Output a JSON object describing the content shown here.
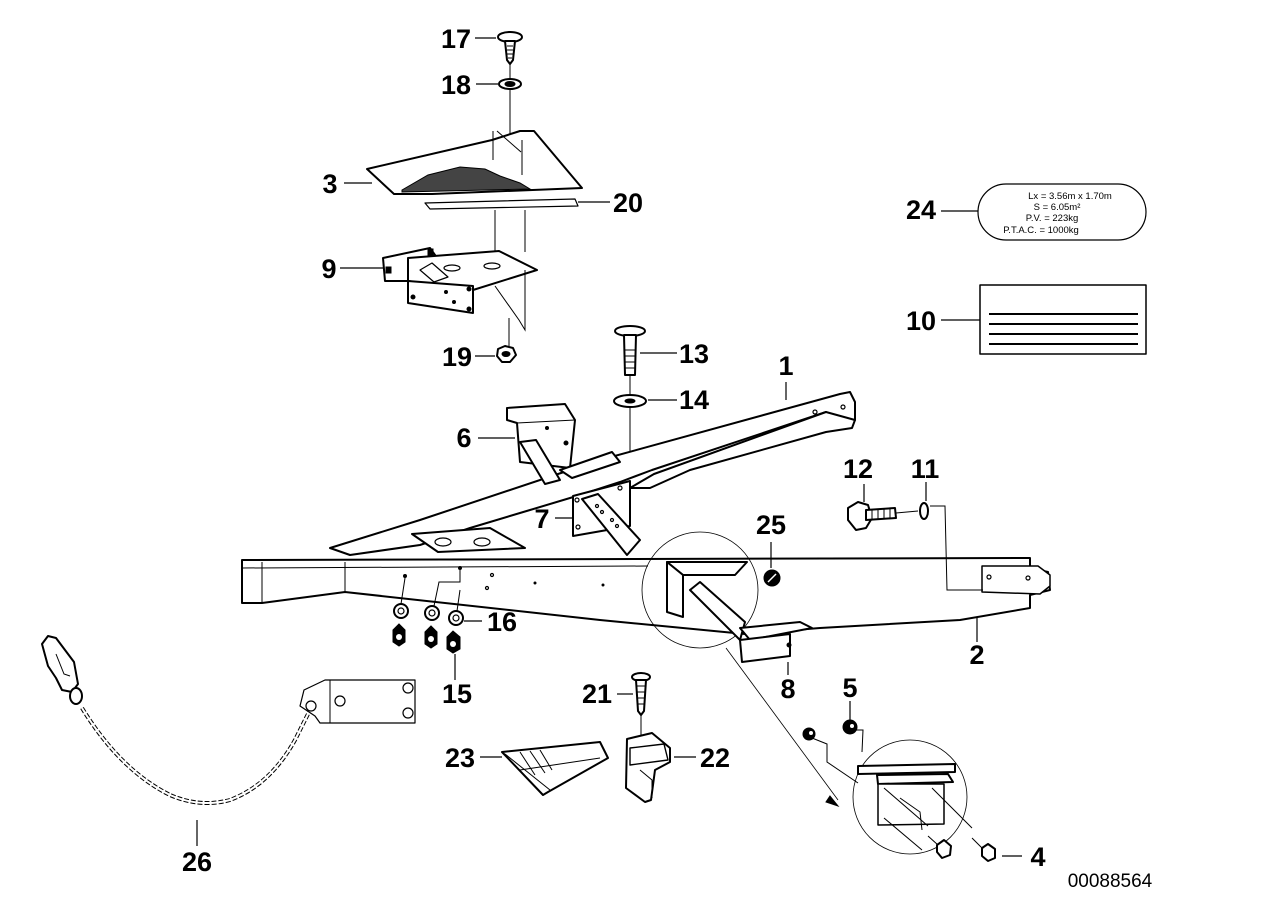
{
  "diagram": {
    "title": "Trailer chassis frame assembly",
    "document_number": "00088564",
    "colors": {
      "line": "#000000",
      "background": "#ffffff"
    },
    "callouts": [
      {
        "id": "c1",
        "label": "1"
      },
      {
        "id": "c2",
        "label": "2"
      },
      {
        "id": "c3",
        "label": "3"
      },
      {
        "id": "c4",
        "label": "4"
      },
      {
        "id": "c5",
        "label": "5"
      },
      {
        "id": "c6",
        "label": "6"
      },
      {
        "id": "c7",
        "label": "7"
      },
      {
        "id": "c8",
        "label": "8"
      },
      {
        "id": "c9",
        "label": "9"
      },
      {
        "id": "c10",
        "label": "10"
      },
      {
        "id": "c11",
        "label": "11"
      },
      {
        "id": "c12",
        "label": "12"
      },
      {
        "id": "c13",
        "label": "13"
      },
      {
        "id": "c14",
        "label": "14"
      },
      {
        "id": "c15",
        "label": "15"
      },
      {
        "id": "c16",
        "label": "16"
      },
      {
        "id": "c17",
        "label": "17"
      },
      {
        "id": "c18",
        "label": "18"
      },
      {
        "id": "c19",
        "label": "19"
      },
      {
        "id": "c20",
        "label": "20"
      },
      {
        "id": "c21",
        "label": "21"
      },
      {
        "id": "c22",
        "label": "22"
      },
      {
        "id": "c23",
        "label": "23"
      },
      {
        "id": "c24",
        "label": "24"
      },
      {
        "id": "c25",
        "label": "25"
      },
      {
        "id": "c26",
        "label": "26"
      }
    ],
    "spec_plate": {
      "lines": [
        "Lx  =  3.56m  x 1.70m",
        "S  =  6.05m²",
        "P.V.  =  223kg",
        "P.T.A.C.  =  1000kg"
      ]
    }
  }
}
